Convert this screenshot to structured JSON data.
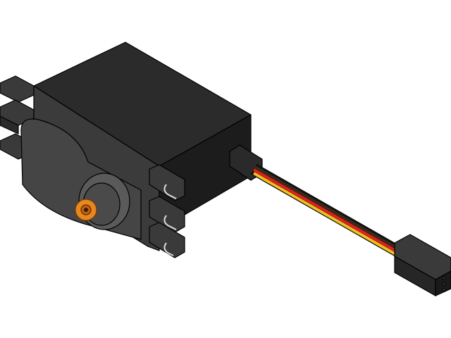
{
  "scene": {
    "subject": "servo-motor",
    "colors": {
      "body_top": "#2a2a2a",
      "body_front": "#3d3d3d",
      "body_side": "#1e1e1e",
      "edge": "#000000",
      "gear": "#e8871e",
      "wire_brown": "#3a2a1a",
      "wire_red": "#e02020",
      "wire_orange": "#f0c020",
      "connector": "#2b2b2b",
      "background": "#ffffff"
    },
    "icons": [
      "servo-body",
      "output-gear",
      "servo-cable",
      "cable-connector"
    ]
  }
}
